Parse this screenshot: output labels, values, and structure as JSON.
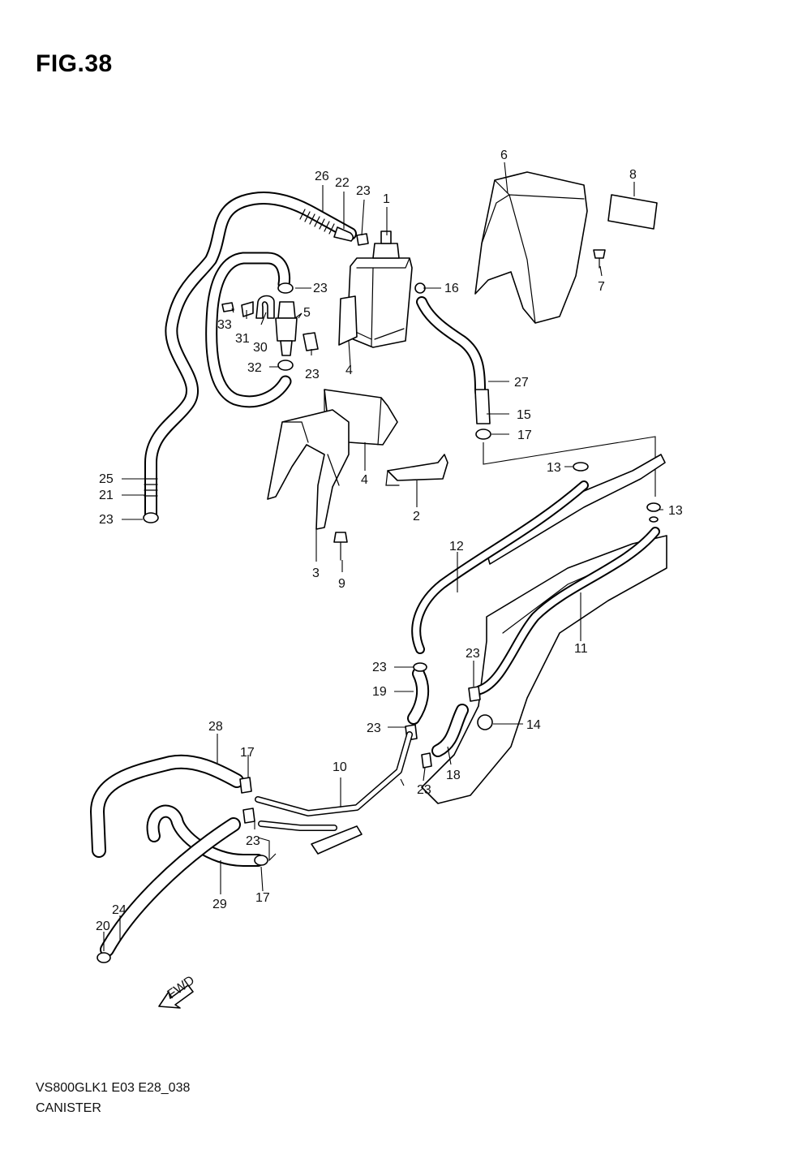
{
  "figure": {
    "title": "FIG.38",
    "code": "VS800GLK1 E03 E28_038",
    "name": "CANISTER"
  },
  "callouts": {
    "c1": "1",
    "c2": "2",
    "c3": "3",
    "c4a": "4",
    "c4b": "4",
    "c5": "5",
    "c6": "6",
    "c7": "7",
    "c8": "8",
    "c9": "9",
    "c10": "10",
    "c11": "11",
    "c12": "12",
    "c13a": "13",
    "c13b": "13",
    "c14": "14",
    "c15": "15",
    "c16": "16",
    "c17a": "17",
    "c17b": "17",
    "c17c": "17",
    "c18": "18",
    "c19": "19",
    "c20": "20",
    "c21": "21",
    "c22": "22",
    "c23a": "23",
    "c23b": "23",
    "c23c": "23",
    "c23d": "23",
    "c23e": "23",
    "c23f": "23",
    "c23g": "23",
    "c23h": "23",
    "c23i": "23",
    "c24": "24",
    "c25": "25",
    "c26": "26",
    "c27": "27",
    "c28": "28",
    "c29": "29",
    "c30": "30",
    "c31": "31",
    "c32": "32",
    "c33": "33"
  },
  "fwd_label": "FWD"
}
